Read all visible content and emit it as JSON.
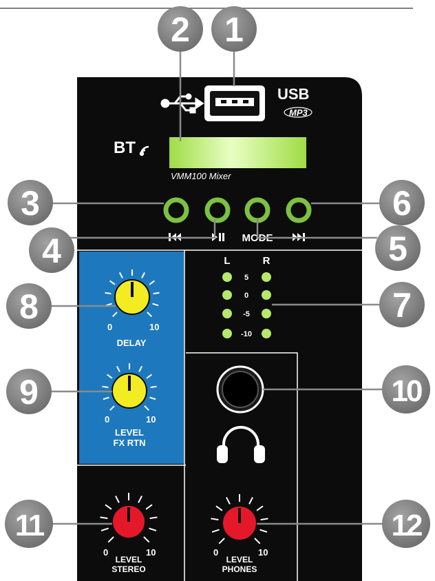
{
  "panel": {
    "usb_label": "USB",
    "mp3_label": "MP3",
    "bt_label": "BT",
    "display_caption": "VMM100 Mixer",
    "mode_label": "MODE",
    "meter": {
      "left_label": "L",
      "right_label": "R",
      "scale": [
        "5",
        "0",
        "-5",
        "-10"
      ]
    },
    "delay": {
      "label": "DELAY",
      "min": "0",
      "max": "10"
    },
    "fx_rtn": {
      "label_line1": "LEVEL",
      "label_line2": "FX RTN",
      "min": "0",
      "max": "10"
    },
    "stereo": {
      "label_line1": "LEVEL",
      "label_line2": "STEREO",
      "min": "0",
      "max": "10"
    },
    "phones": {
      "label_line1": "LEVEL",
      "label_line2": "PHONES",
      "min": "0",
      "max": "10"
    }
  },
  "callouts": [
    "1",
    "2",
    "3",
    "4",
    "5",
    "6",
    "7",
    "8",
    "9",
    "10",
    "11",
    "12"
  ],
  "colors": {
    "panel": "#0c0c0c",
    "fx_section": "#1e78bd",
    "knob_yellow": "#f3ec22",
    "knob_red": "#e5182a",
    "led_green": "#b7e86b",
    "button_ring": "#7cc142",
    "lcd": "#b6ea5c",
    "callout_gray": "#8a8a8a"
  }
}
